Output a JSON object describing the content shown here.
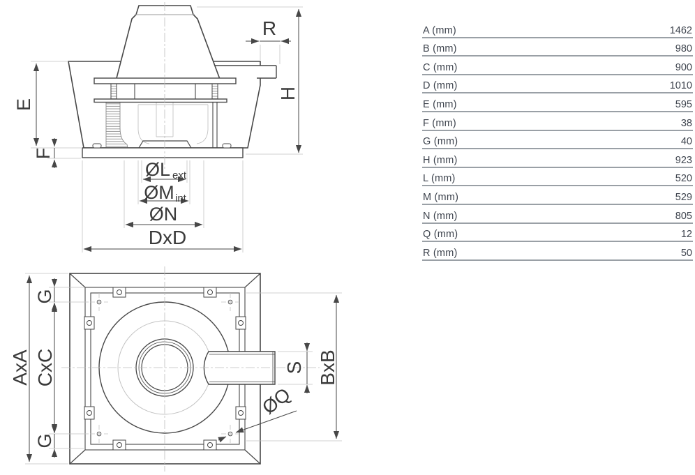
{
  "dimension_table": {
    "rows": [
      {
        "label": "A (mm)",
        "value": "1462"
      },
      {
        "label": "B (mm)",
        "value": "980"
      },
      {
        "label": "C (mm)",
        "value": "900"
      },
      {
        "label": "D (mm)",
        "value": "1010"
      },
      {
        "label": "E (mm)",
        "value": "595"
      },
      {
        "label": "F (mm)",
        "value": "38"
      },
      {
        "label": "G (mm)",
        "value": "40"
      },
      {
        "label": "H (mm)",
        "value": "923"
      },
      {
        "label": "L (mm)",
        "value": "520"
      },
      {
        "label": "M (mm)",
        "value": "529"
      },
      {
        "label": "N (mm)",
        "value": "805"
      },
      {
        "label": "Q (mm)",
        "value": "12"
      },
      {
        "label": "R (mm)",
        "value": "50"
      }
    ]
  },
  "side_view": {
    "labels": {
      "e": "E",
      "f": "F",
      "r": "R",
      "h": "H",
      "l_main": "ØL",
      "l_sub": "ext",
      "m_main": "ØM",
      "m_sub": "int",
      "n": "ØN",
      "dxd": "DxD"
    }
  },
  "plan_view": {
    "labels": {
      "axa": "AxA",
      "cxc": "CxC",
      "g_top": "G",
      "g_bottom": "G",
      "bxb": "BxB",
      "s": "S",
      "q": "ØQ"
    }
  },
  "colors": {
    "line_dark": "#474747",
    "line_light": "#c3c3c3",
    "text": "#3a3a3a",
    "table_rule": "#9aa0a6",
    "table_text": "#3d434d"
  }
}
